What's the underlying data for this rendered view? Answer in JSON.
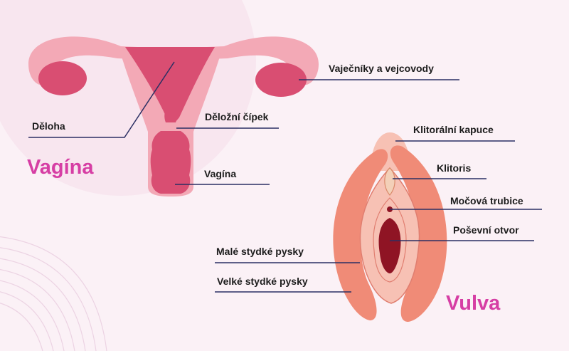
{
  "colors": {
    "background": "#fbf1f6",
    "title_accent": "#d63ea4",
    "leader_line": "#2b2f63",
    "uterus_light": "#f3a9b6",
    "uterus_dark": "#d94e72",
    "vulva_outer": "#f08b77",
    "vulva_inner": "#f7c1b4",
    "vaginal_opening": "#8f1424"
  },
  "uterus_diagram": {
    "title": "Vagína",
    "labels": {
      "ovaries_tubes": "Vaječníky a vejcovody",
      "uterus": "Děloha",
      "cervix": "Děložní čípek",
      "vagina": "Vagína"
    }
  },
  "vulva_diagram": {
    "title": "Vulva",
    "labels": {
      "clitoral_hood": "Klitorální kapuce",
      "clitoris": "Klitoris",
      "urethra": "Močová trubice",
      "vaginal_opening": "Poševní otvor",
      "labia_minora": "Malé stydké pysky",
      "labia_majora": "Velké stydké pysky"
    }
  }
}
